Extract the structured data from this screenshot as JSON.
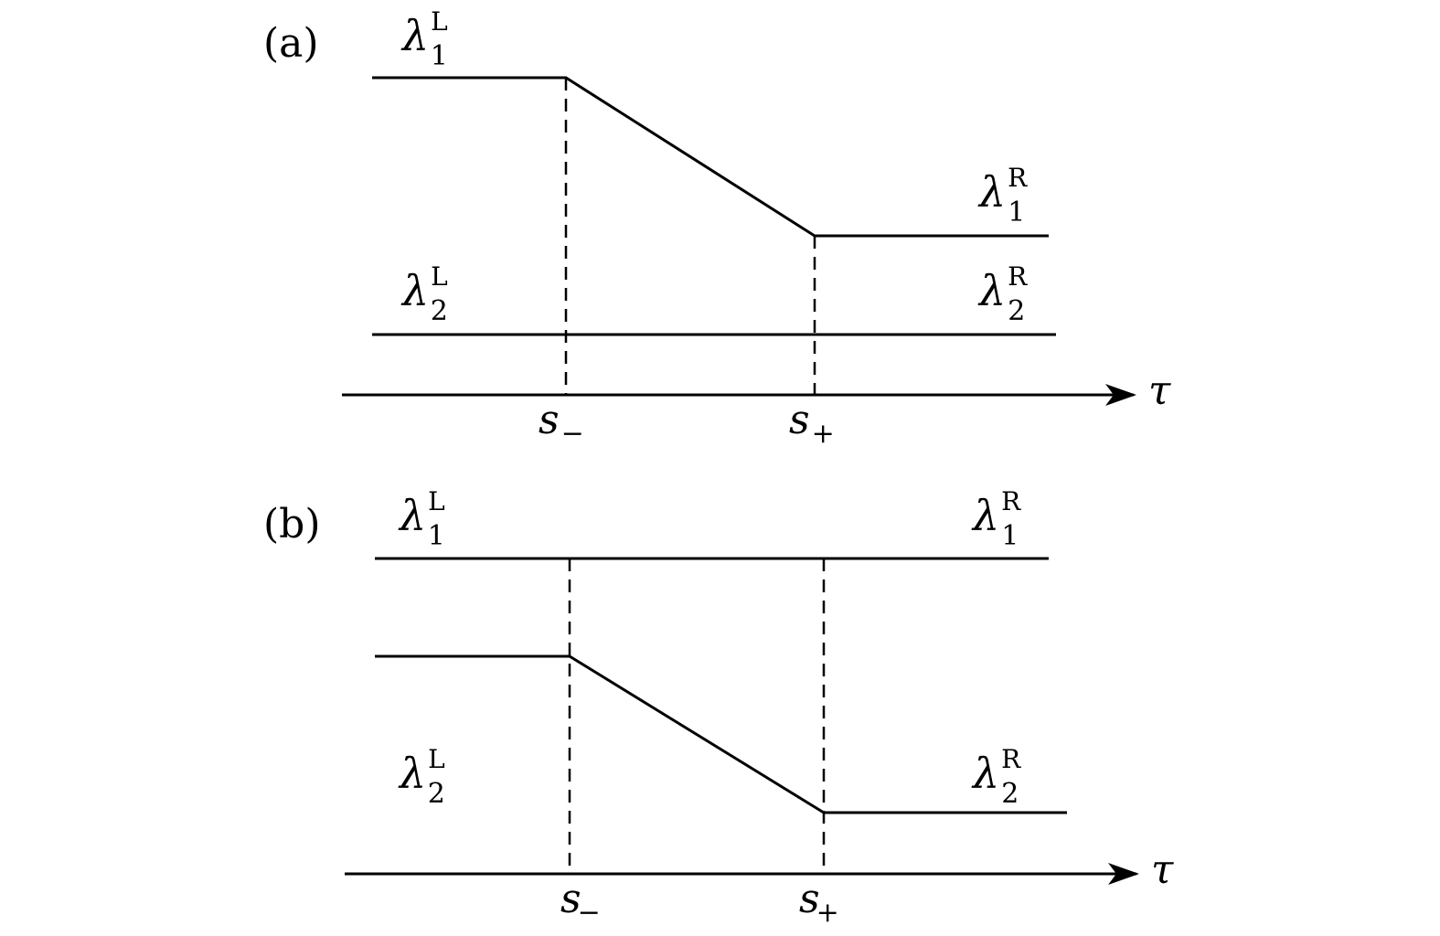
{
  "panels": {
    "a": {
      "label": "(a)",
      "lambda1_left": {
        "symbol": "λ",
        "sub": "1",
        "sup": "L"
      },
      "lambda1_right": {
        "symbol": "λ",
        "sub": "1",
        "sup": "R"
      },
      "lambda2_left": {
        "symbol": "λ",
        "sub": "2",
        "sup": "L"
      },
      "lambda2_right": {
        "symbol": "λ",
        "sub": "2",
        "sup": "R"
      },
      "tick_minus": {
        "main": "s",
        "sub": "−"
      },
      "tick_plus": {
        "main": "s",
        "sub": "+"
      },
      "axis_label": "τ"
    },
    "b": {
      "label": "(b)",
      "lambda1_left": {
        "symbol": "λ",
        "sub": "1",
        "sup": "L"
      },
      "lambda1_right": {
        "symbol": "λ",
        "sub": "1",
        "sup": "R"
      },
      "lambda2_left": {
        "symbol": "λ",
        "sub": "2",
        "sup": "L"
      },
      "lambda2_right": {
        "symbol": "λ",
        "sub": "2",
        "sup": "R"
      },
      "tick_minus": {
        "main": "s",
        "sub": "−"
      },
      "tick_plus": {
        "main": "s",
        "sub": "+"
      },
      "axis_label": "τ"
    }
  }
}
